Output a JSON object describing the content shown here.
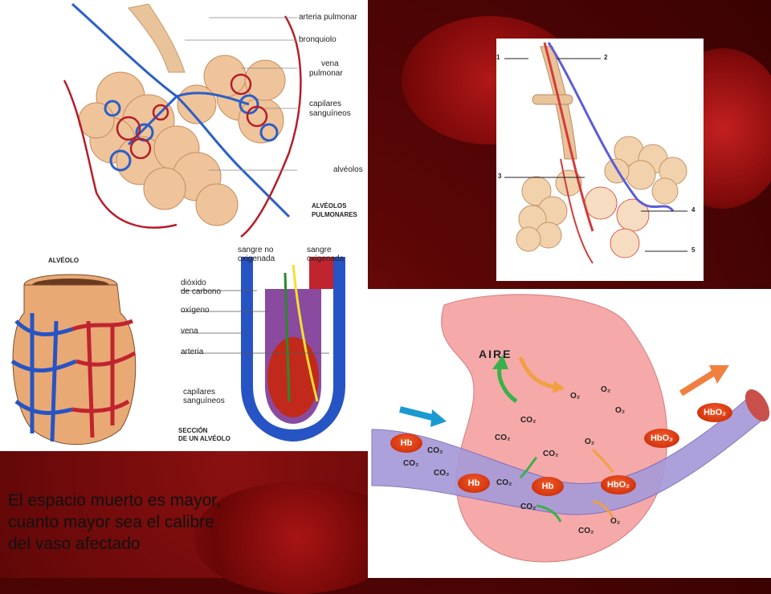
{
  "panel1": {
    "labels": [
      "arteria pulmonar",
      "bronquiolo",
      "vena",
      "pulmonar",
      "capilares",
      "sanguíneos",
      "alvéolos"
    ],
    "title_line1": "ALVÉOLOS",
    "title_line2": "PULMONARES"
  },
  "panel2": {
    "numbers": [
      "1",
      "2",
      "3",
      "4",
      "5"
    ]
  },
  "panel3": {
    "alveolo_title": "ALVÉOLO",
    "sangre_no_1": "sangre no",
    "sangre_no_2": "oxigenada",
    "sangre_ox_1": "sangre",
    "sangre_ox_2": "oxigenada",
    "labels": [
      "dióxido",
      "de carbono",
      "oxígeno",
      "vena",
      "arteria"
    ],
    "capilares_1": "capilares",
    "capilares_2": "sanguíneos",
    "seccion_1": "SECCIÓN",
    "seccion_2": "DE UN ALVÉOLO"
  },
  "panel4": {
    "aire": "AIRE",
    "hb": "Hb",
    "hbo2": "HbO₂",
    "o2": "O₂",
    "co2": "CO₂"
  },
  "caption": {
    "line1": "El espacio muerto es mayor,",
    "line2": "cuanto mayor sea el calibre",
    "line3": "del vaso afectado"
  }
}
